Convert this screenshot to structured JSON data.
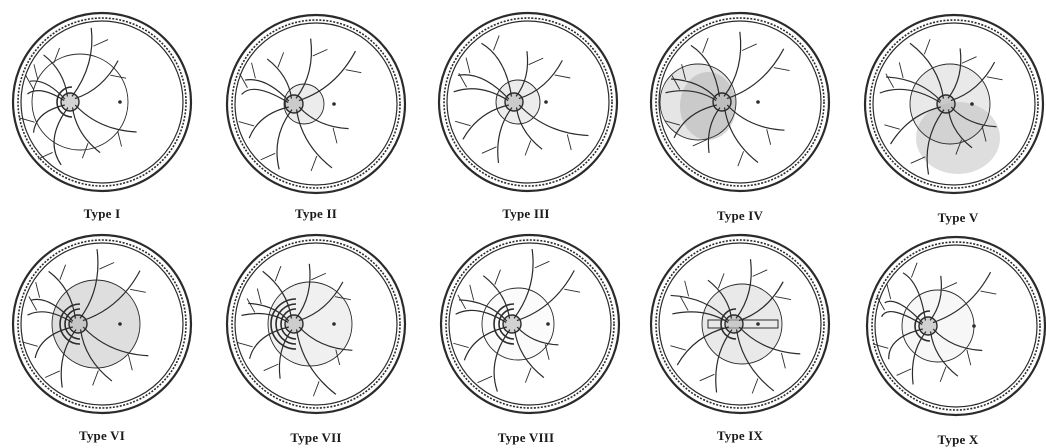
{
  "figure": {
    "colors": {
      "ink": "#2b2b2b",
      "shade": "#b5b5b5",
      "paper": "#ffffff"
    },
    "panels": [
      {
        "id": "type-1",
        "label": "Type I"
      },
      {
        "id": "type-2",
        "label": "Type II"
      },
      {
        "id": "type-3",
        "label": "Type III"
      },
      {
        "id": "type-4",
        "label": "Type IV"
      },
      {
        "id": "type-5",
        "label": "Type V"
      },
      {
        "id": "type-6",
        "label": "Type VI"
      },
      {
        "id": "type-7",
        "label": "Type VII"
      },
      {
        "id": "type-8",
        "label": "Type VIII"
      },
      {
        "id": "type-9",
        "label": "Type IX"
      },
      {
        "id": "type-10",
        "label": "Type X"
      }
    ]
  }
}
